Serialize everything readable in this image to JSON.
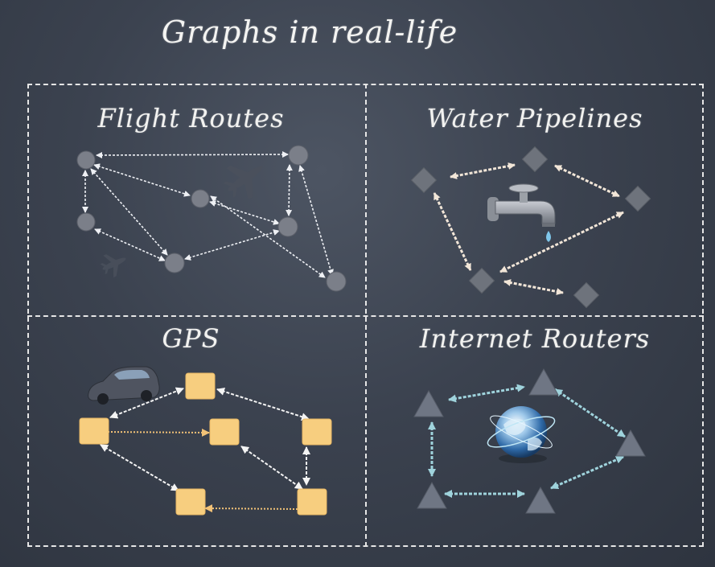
{
  "title": "Graphs in real-life",
  "quadrants": {
    "flight": {
      "label": "Flight Routes",
      "icon": "airplane-icon"
    },
    "water": {
      "label": "Water Pipelines",
      "icon": "faucet-icon"
    },
    "gps": {
      "label": "GPS",
      "icon": "car-icon"
    },
    "internet": {
      "label": "Internet Routers",
      "icon": "globe-icon"
    }
  },
  "colors": {
    "flight_node": "#7b7f89",
    "flight_edge": "#eef0f4",
    "water_node": "#6e737c",
    "water_edge": "#f2e6d8",
    "gps_node": "#f7ce7f",
    "gps_edge": "#f4f4f4",
    "gps_dotted_edge": "#f2c277",
    "router_node": "#6f7684",
    "router_edge": "#9fd3dc"
  }
}
